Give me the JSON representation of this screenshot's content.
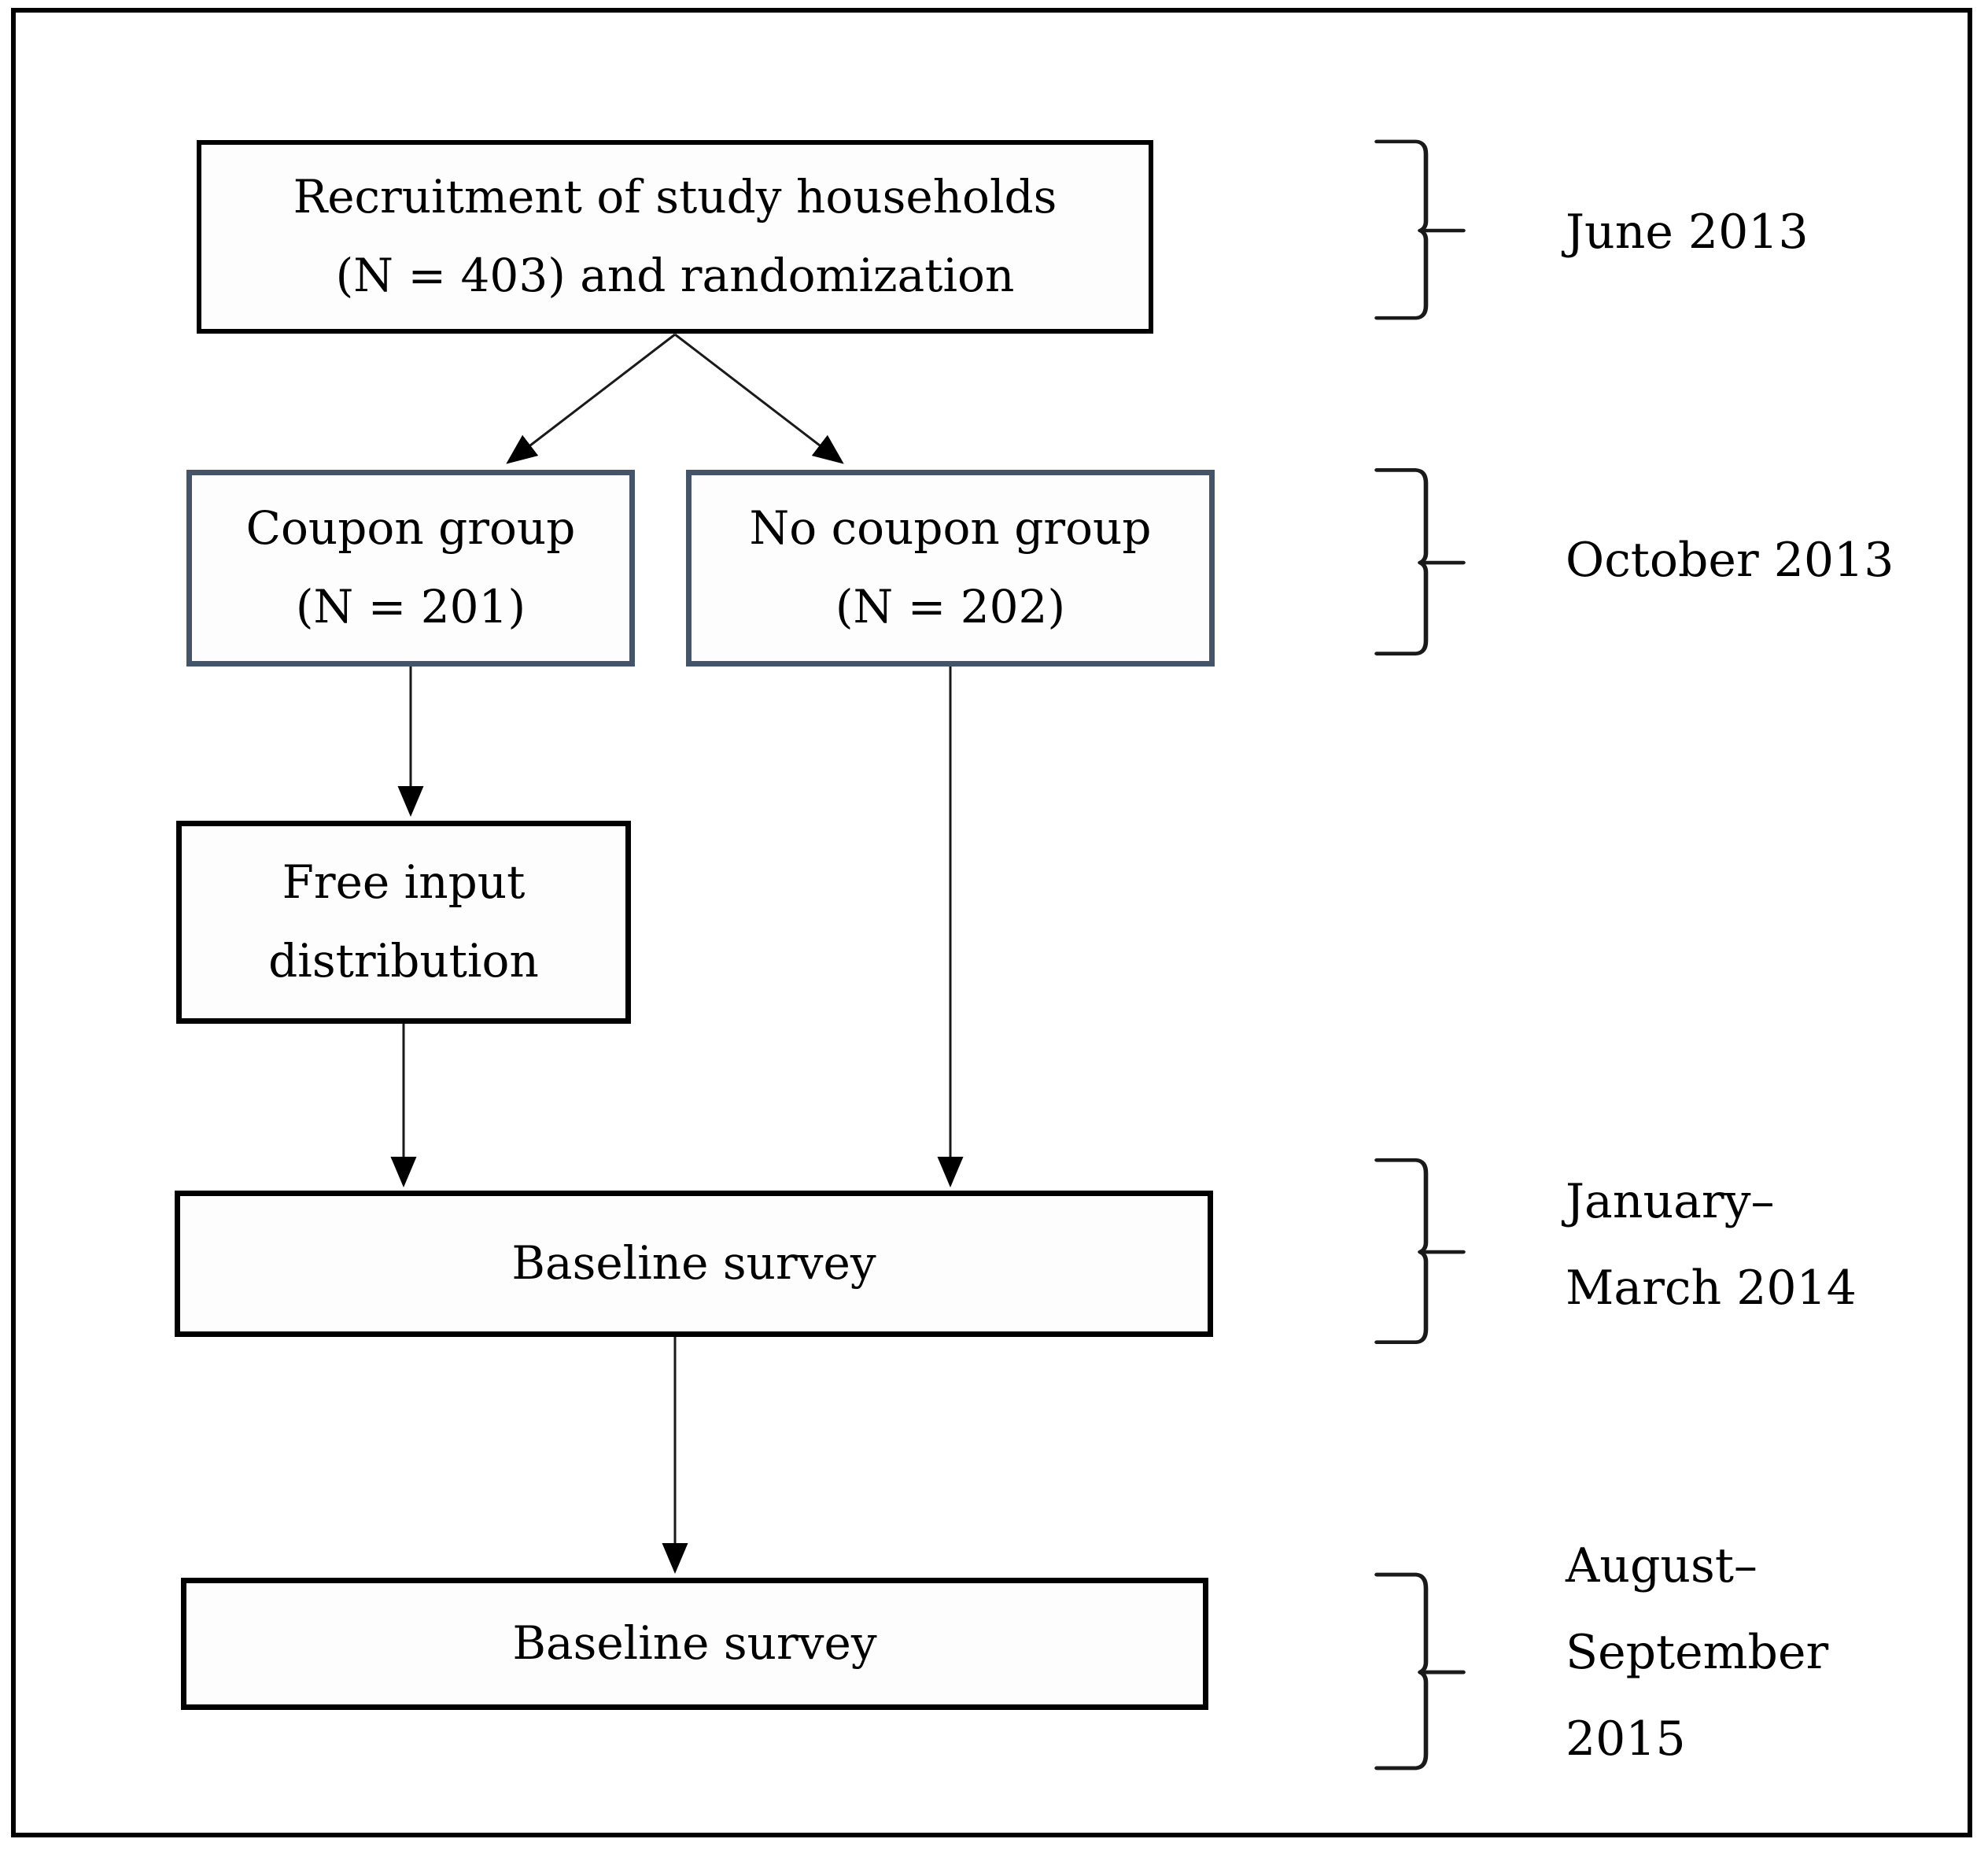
{
  "figure_type": "study-timeline-flowchart",
  "boxes": [
    {
      "id": "recruitment",
      "lines": [
        "Recruitment of study households",
        "(N = 403) and randomization"
      ]
    },
    {
      "id": "coupon-group",
      "lines": [
        "Coupon group",
        "(N = 201)"
      ]
    },
    {
      "id": "no-coupon-group",
      "lines": [
        "No coupon group",
        "(N = 202)"
      ]
    },
    {
      "id": "free-input",
      "lines": [
        "Free input",
        "distribution"
      ]
    },
    {
      "id": "baseline-survey-1",
      "lines": [
        "Baseline survey"
      ]
    },
    {
      "id": "baseline-survey-2",
      "lines": [
        "Baseline survey"
      ]
    }
  ],
  "timeline": [
    {
      "id": "june-2013",
      "lines": [
        "June 2013"
      ]
    },
    {
      "id": "october-2013",
      "lines": [
        "October 2013"
      ]
    },
    {
      "id": "jan-march-2014",
      "lines": [
        "January–",
        "March 2014"
      ]
    },
    {
      "id": "aug-sept-2015",
      "lines": [
        "August–",
        "September",
        "2015"
      ]
    }
  ],
  "colors": {
    "box_border": "#000000",
    "group_box_border": "#44546A",
    "connector_line": "#1a1a1a",
    "background": "#ffffff"
  }
}
